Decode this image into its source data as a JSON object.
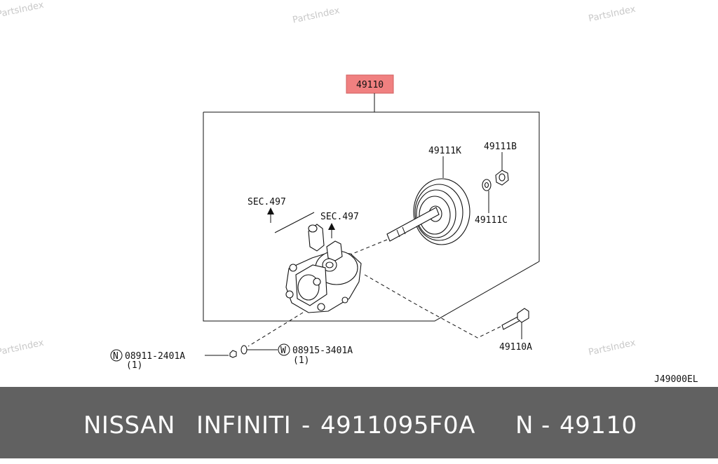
{
  "watermark": "PartsIndex",
  "diagram": {
    "main_part": "49110",
    "labels": {
      "pulley": "49111K",
      "nut": "49111B",
      "washer": "49111C",
      "sec_left": "SEC.497",
      "sec_right": "SEC.497",
      "bolt": "49110A",
      "nut_part": "08911-2401A",
      "nut_qty": "(1)",
      "washer_part": "08915-3401A",
      "washer_qty": "(1)",
      "nut_prefix": "N",
      "washer_prefix": "W"
    },
    "diagram_code": "J49000EL",
    "highlight_color": "#f08080"
  },
  "footer": {
    "brand1": "NISSAN",
    "brand2": "INFINITI",
    "dash1": "-",
    "part_number": "4911095F0A",
    "prefix": "N",
    "dash2": "-",
    "ref": "49110"
  }
}
